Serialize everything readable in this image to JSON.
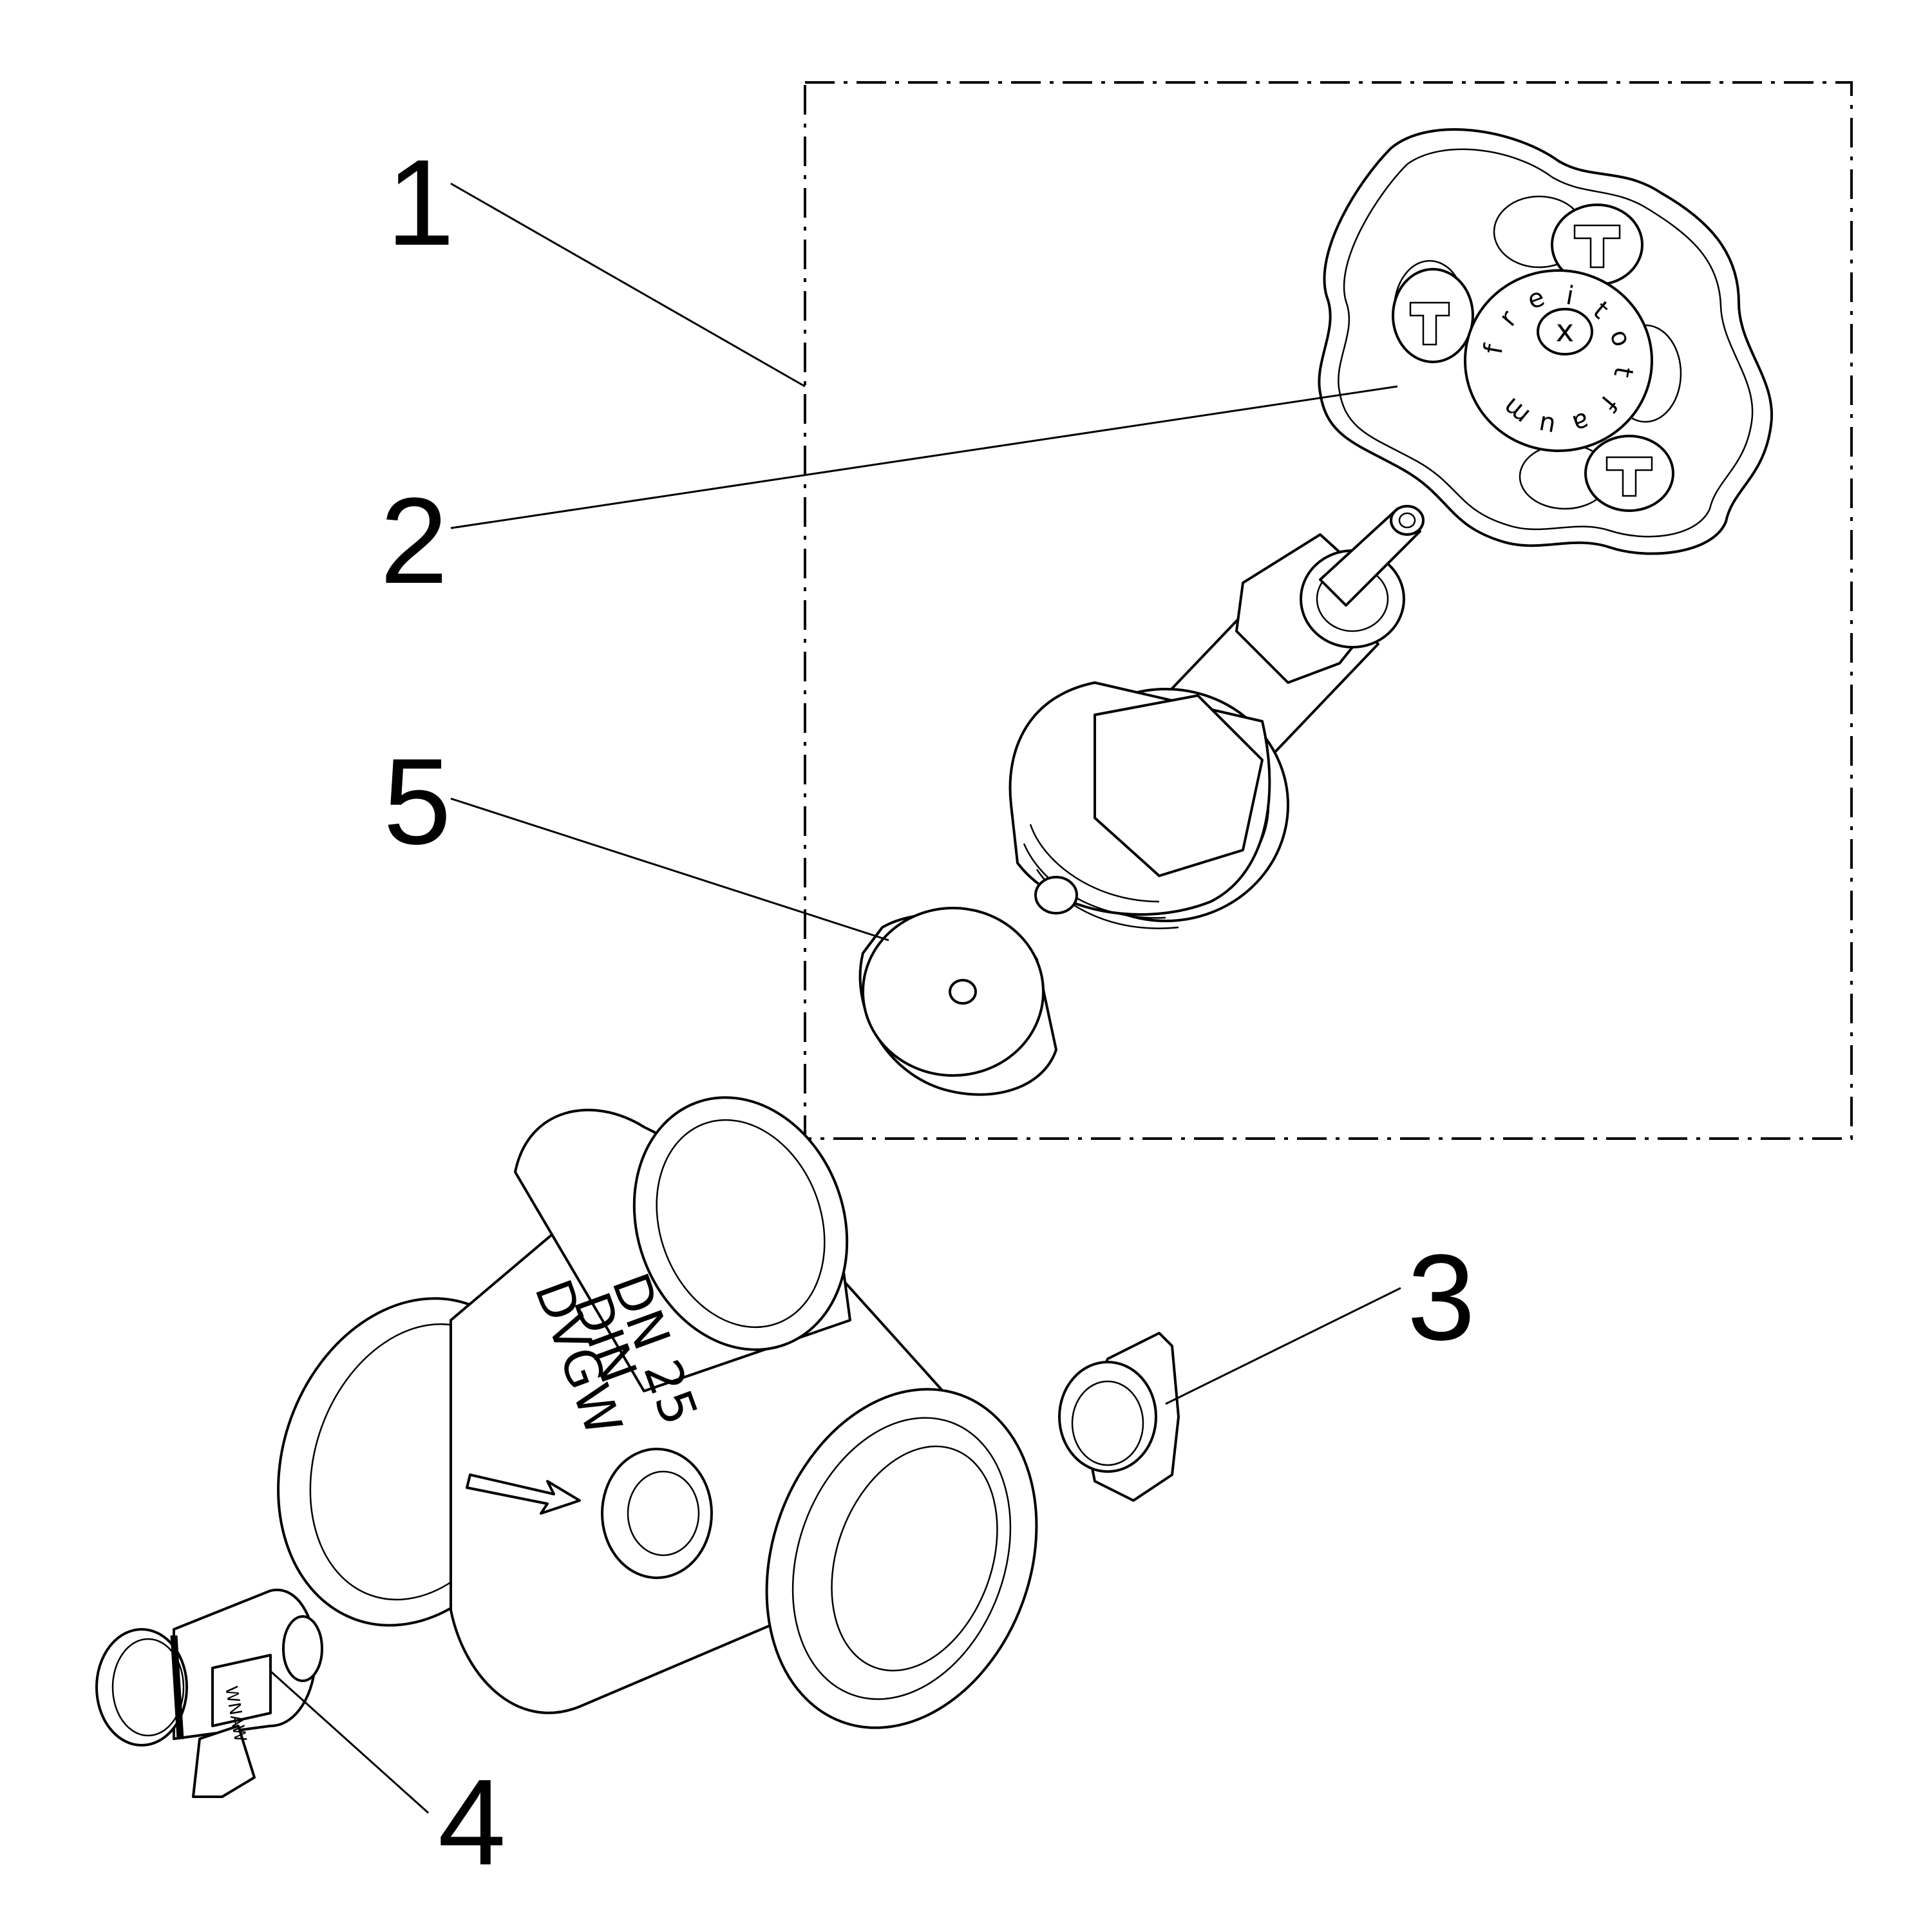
{
  "callouts": [
    {
      "id": "1",
      "label": "1"
    },
    {
      "id": "2",
      "label": "2"
    },
    {
      "id": "5",
      "label": "5"
    },
    {
      "id": "3",
      "label": "3"
    },
    {
      "id": "4",
      "label": "4"
    }
  ],
  "handwheel": {
    "letters": [
      "f",
      "r",
      "e",
      "i",
      "t",
      "o",
      "t",
      "f",
      "a",
      "u",
      "m"
    ],
    "center_mark": "x"
  },
  "valve_body": {
    "marking_line1": "DN 25",
    "marking_line2": "DIN",
    "marking_line3": "DVGW"
  },
  "drain_valve": {
    "marking": "WNAW"
  }
}
